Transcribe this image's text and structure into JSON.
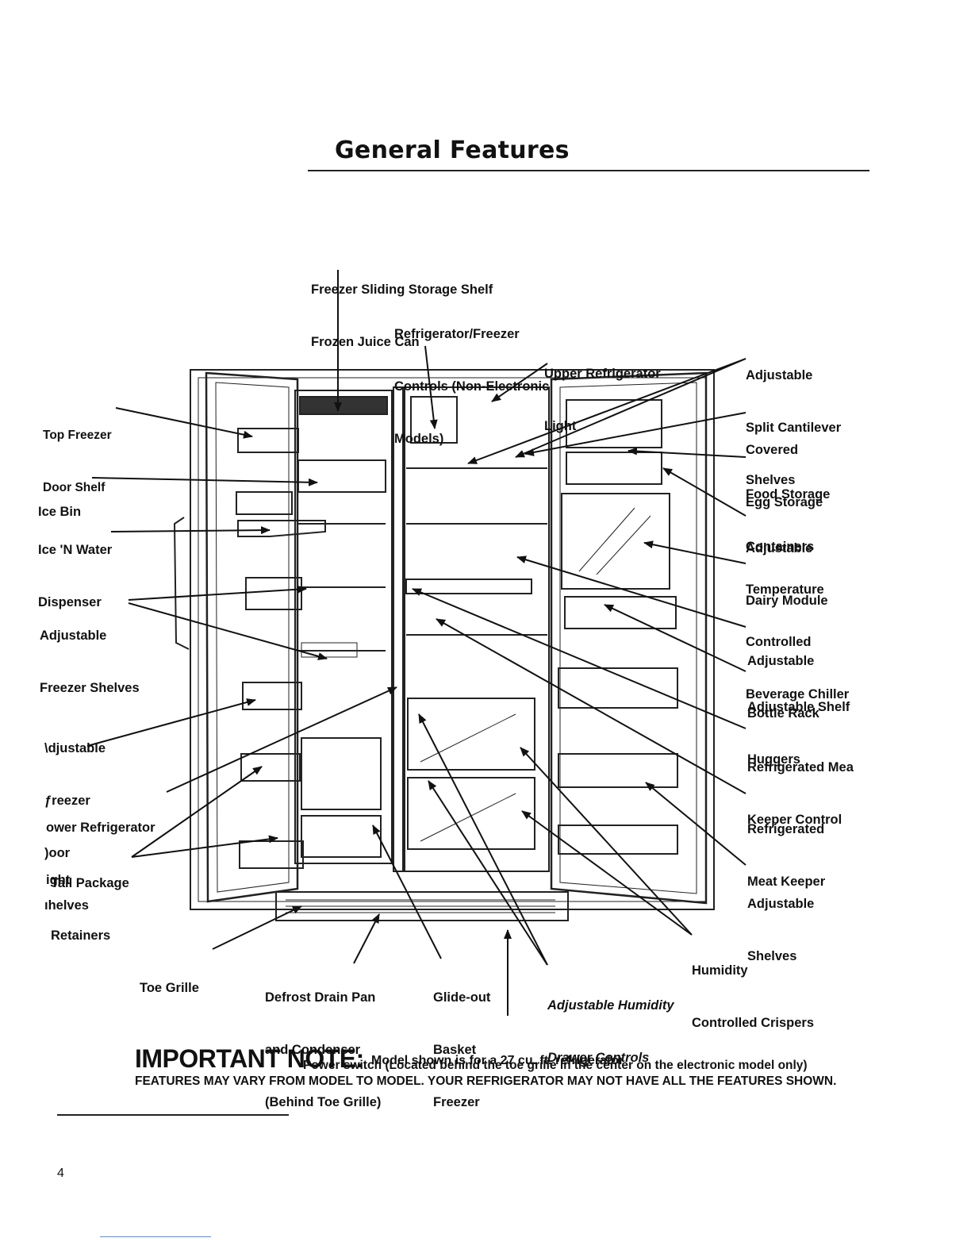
{
  "title": "General Features",
  "labels": {
    "freezer_sliding_shelf": [
      "Freezer Sliding Storage Shelf",
      "Frozen Juice Can"
    ],
    "controls": [
      "Refrigerator/Freezer",
      "Controls (Non-Electronic",
      "Models)"
    ],
    "upper_light": [
      "Upper Refrigerator",
      "Light"
    ],
    "split_cantilever": [
      "Adjustable",
      "Split Cantilever",
      "Shelves"
    ],
    "top_freezer_door_shelf": [
      "Top Freezer",
      "Door Shelf"
    ],
    "ice_bin": [
      "Ice Bin"
    ],
    "dispenser": [
      "Ice 'N Water",
      "Dispenser"
    ],
    "adj_freezer_shelves": [
      "Adjustable",
      "Freezer Shelves"
    ],
    "adj_freezer_door_shelves": [
      "\\djustable",
      "ƒreezer",
      ")oor",
      "ıhelves"
    ],
    "lower_light": [
      "ower Refrigerator",
      "ight"
    ],
    "tall_package": [
      "Tall Package",
      "Retainers"
    ],
    "egg_storage": [
      "Covered",
      "Egg Storage"
    ],
    "food_storage": [
      "Food Storage",
      "Containers"
    ],
    "dairy_module": [
      "Adjustable",
      "Dairy Module"
    ],
    "beverage_chiller": [
      "Temperature",
      "Controlled",
      "Beverage Chiller"
    ],
    "bottle_rack": [
      "Adjustable",
      "Bottle Rack"
    ],
    "shelf_huggers": [
      "Adjustable Shelf",
      "Huggers"
    ],
    "meat_keeper_control": [
      "Refrigerated Mea",
      "Keeper Control"
    ],
    "meat_keeper": [
      "Refrigerated",
      "Meat Keeper"
    ],
    "adj_shelves": [
      "Adjustable",
      "Shelves"
    ],
    "crispers": [
      "Humidity",
      "Controlled Crispers"
    ],
    "toe_grille": [
      "Toe Grille"
    ],
    "drain_pan": [
      "Defrost Drain Pan",
      "and Condenser",
      "(Behind Toe Grille)"
    ],
    "glide_basket": [
      "Glide-out",
      "Basket",
      "Freezer"
    ],
    "drawer_controls": [
      "Adjustable Humidity",
      "Drawer Controls"
    ],
    "power_switch": [
      "Power switch (Located behind the toe grille in the center on the electronic model only)"
    ]
  },
  "note": {
    "heading": "IMPORTANT NOTE:",
    "model": "Model shown is for a 27 cu. ft. refrigerator",
    "caps": "FEATURES MAY VARY FROM MODEL TO MODEL. YOUR REFRIGERATOR MAY NOT HAVE ALL THE FEATURES SHOWN."
  },
  "page_number": "4"
}
